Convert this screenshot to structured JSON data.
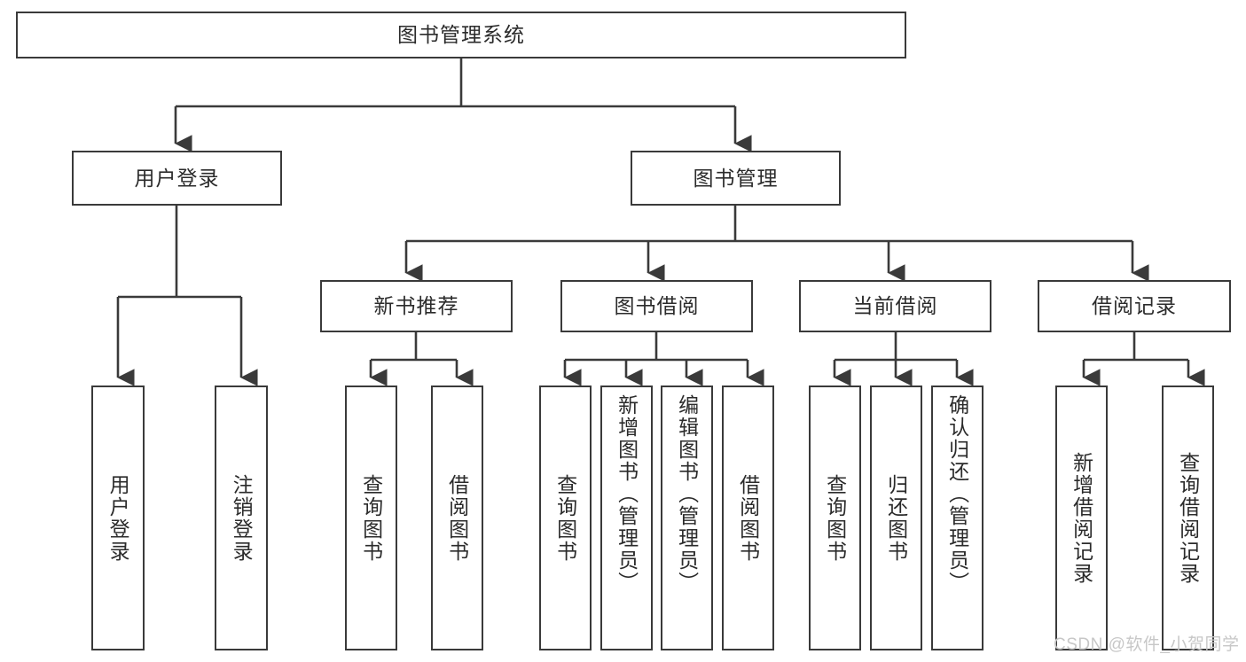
{
  "diagram": {
    "type": "tree",
    "title": "图书管理系统",
    "orientation": "top-down",
    "style": {
      "box_border_color": "#3a3a3a",
      "box_fill_color": "#ffffff",
      "edge_color": "#3a3a3a",
      "text_color": "#2b2b2b",
      "background": "#ffffff"
    },
    "root": {
      "id": "root",
      "label": "图书管理系统"
    },
    "level2": [
      {
        "id": "user-login",
        "label": "用户登录"
      },
      {
        "id": "book-management",
        "label": "图书管理"
      }
    ],
    "level3": [
      {
        "id": "new-book-recommend",
        "label": "新书推荐",
        "parent": "book-management"
      },
      {
        "id": "book-borrow",
        "label": "图书借阅",
        "parent": "book-management"
      },
      {
        "id": "current-borrow",
        "label": "当前借阅",
        "parent": "book-management"
      },
      {
        "id": "borrow-record",
        "label": "借阅记录",
        "parent": "book-management"
      }
    ],
    "leaves": [
      {
        "id": "leaf-user-login",
        "label": "用户登录",
        "parent": "user-login"
      },
      {
        "id": "leaf-user-logout",
        "label": "注销登录",
        "parent": "user-login"
      },
      {
        "id": "leaf-query-book-1",
        "label": "查询图书",
        "parent": "new-book-recommend"
      },
      {
        "id": "leaf-borrow-book-1",
        "label": "借阅图书",
        "parent": "new-book-recommend"
      },
      {
        "id": "leaf-query-book-2",
        "label": "查询图书",
        "parent": "book-borrow"
      },
      {
        "id": "leaf-add-book",
        "label": "新增图书（管理员）",
        "parent": "book-borrow"
      },
      {
        "id": "leaf-edit-book",
        "label": "编辑图书（管理员）",
        "parent": "book-borrow"
      },
      {
        "id": "leaf-borrow-book-2",
        "label": "借阅图书",
        "parent": "book-borrow"
      },
      {
        "id": "leaf-query-book-3",
        "label": "查询图书",
        "parent": "current-borrow"
      },
      {
        "id": "leaf-return-book",
        "label": "归还图书",
        "parent": "current-borrow"
      },
      {
        "id": "leaf-confirm-return",
        "label": "确认归还（管理员）",
        "parent": "current-borrow"
      },
      {
        "id": "leaf-add-record",
        "label": "新增借阅记录",
        "parent": "borrow-record"
      },
      {
        "id": "leaf-query-record",
        "label": "查询借阅记录",
        "parent": "borrow-record"
      }
    ]
  },
  "watermark": {
    "text": "CSDN @软件_小贺同学"
  }
}
